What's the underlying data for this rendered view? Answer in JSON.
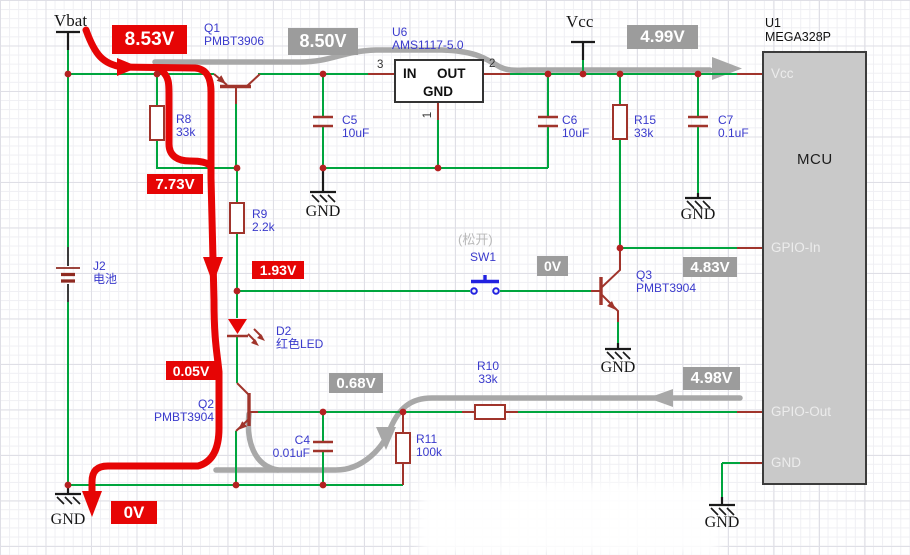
{
  "net_labels": {
    "vbat": "Vbat",
    "vcc": "Vcc",
    "gnd": "GND"
  },
  "components": {
    "q1": {
      "ref": "Q1",
      "value": "PMBT3906"
    },
    "q2": {
      "ref": "Q2",
      "value": "PMBT3904"
    },
    "q3": {
      "ref": "Q3",
      "value": "PMBT3904"
    },
    "r8": {
      "ref": "R8",
      "value": "33k"
    },
    "r9": {
      "ref": "R9",
      "value": "2.2k"
    },
    "r10": {
      "ref": "R10",
      "value": "33k"
    },
    "r11": {
      "ref": "R11",
      "value": "100k"
    },
    "r15": {
      "ref": "R15",
      "value": "33k"
    },
    "c4": {
      "ref": "C4",
      "value": "0.01uF"
    },
    "c5": {
      "ref": "C5",
      "value": "10uF"
    },
    "c6": {
      "ref": "C6",
      "value": "10uF"
    },
    "c7": {
      "ref": "C7",
      "value": "0.1uF"
    },
    "d2": {
      "ref": "D2",
      "value": "红色LED"
    },
    "j2": {
      "ref": "J2",
      "value": "电池"
    },
    "sw1": {
      "ref": "SW1",
      "state": "(松开)"
    },
    "u6": {
      "ref": "U6",
      "value": "AMS1117-5.0",
      "pin_in": "IN",
      "pin_out": "OUT",
      "pin_gnd": "GND",
      "pin_num_in": "3",
      "pin_num_out": "2",
      "pin_num_gnd": "1"
    },
    "u1": {
      "ref": "U1",
      "value": "MEGA328P",
      "body_label": "MCU",
      "pin_vcc": "Vcc",
      "pin_gpio_in": "GPIO-In",
      "pin_gpio_out": "GPIO-Out",
      "pin_gnd": "GND"
    }
  },
  "voltage_probes": {
    "red": {
      "battery_rail": "8.53V",
      "q1_base": "7.73V",
      "r9_bottom": "1.93V",
      "led_cathode": "0.05V",
      "gnd_return": "0V"
    },
    "gray": {
      "regulator_in": "8.50V",
      "vcc_rail": "4.99V",
      "switch_right": "0V",
      "gpio_in": "4.83V",
      "q2_base": "0.68V",
      "gpio_out": "4.98V"
    }
  },
  "colors": {
    "wire": "#00a53e",
    "lead": "#a0342b",
    "hot": "#e60505",
    "cold": "#a8a8a8",
    "label_blue": "#3a3acc",
    "badge_red": "#e60505",
    "badge_gray": "#9c9c9c",
    "mcu_fill": "#c9c9c9",
    "switch_blue": "#2222e0",
    "junction": "#b42020"
  }
}
